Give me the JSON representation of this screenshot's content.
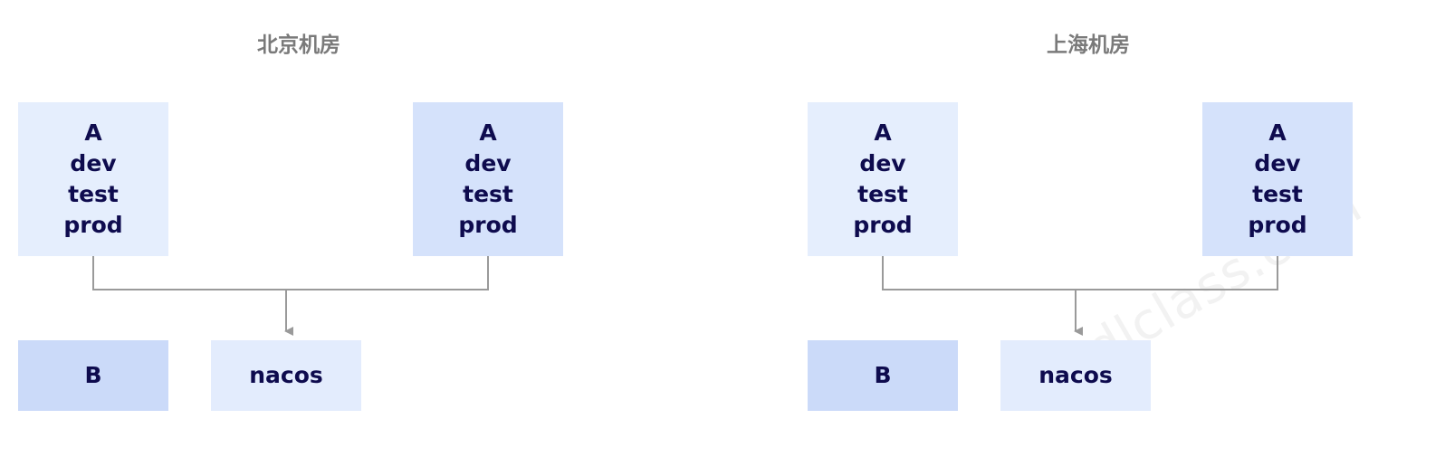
{
  "watermark": "ydlclass.com",
  "regions": [
    {
      "title": "北京机房",
      "app_box_1": [
        "A",
        "dev",
        "test",
        "prod"
      ],
      "app_box_2": [
        "A",
        "dev",
        "test",
        "prod"
      ],
      "b_label": "B",
      "nacos_label": "nacos"
    },
    {
      "title": "上海机房",
      "app_box_1": [
        "A",
        "dev",
        "test",
        "prod"
      ],
      "app_box_2": [
        "A",
        "dev",
        "test",
        "prod"
      ],
      "b_label": "B",
      "nacos_label": "nacos"
    }
  ],
  "colors": {
    "box_light": "#e5eefd",
    "box_mid": "#d5e2fb",
    "b_box": "#cbdaf9",
    "nacos_box": "#e3ecfd",
    "text": "#0e0b4e",
    "title": "#7a7a7a",
    "connector": "#9a9a9a"
  }
}
